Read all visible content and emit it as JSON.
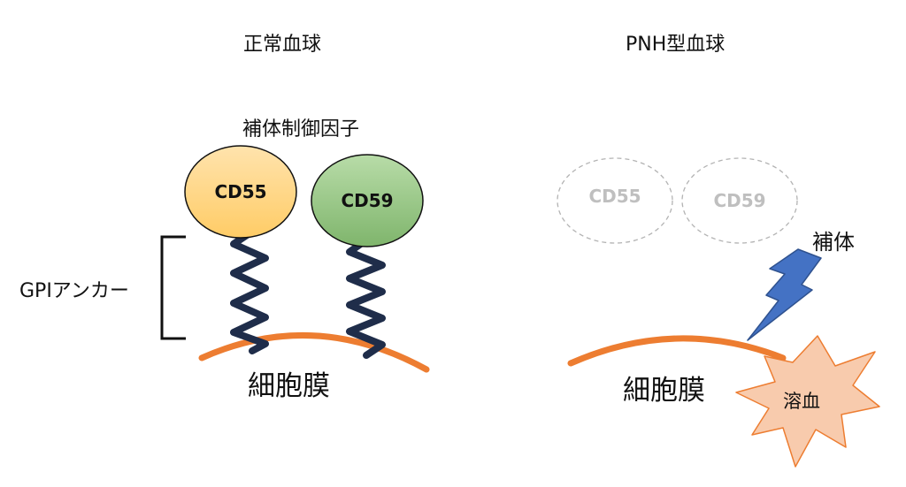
{
  "diagram": {
    "normal": {
      "title": "正常血球",
      "regulator_label": "補体制御因子",
      "cd55": "CD55",
      "cd59": "CD59",
      "anchor_label": "GPIアンカー",
      "membrane_label": "細胞膜"
    },
    "pnh": {
      "title": "PNH型血球",
      "cd55": "CD55",
      "cd59": "CD59",
      "complement_label": "補体",
      "membrane_label": "細胞膜",
      "hemolysis_label": "溶血"
    }
  },
  "colors": {
    "membrane": "#ed7d31",
    "cd55_fill": "#ffd27f",
    "cd59_fill": "#8cc07a",
    "anchor_coil": "#1f2d4a",
    "missing_outline": "#b3b3b3",
    "missing_text": "#bfbfbf",
    "bolt": "#4472c4",
    "burst": "#f8cbad"
  }
}
